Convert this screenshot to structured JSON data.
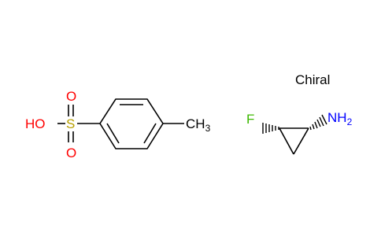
{
  "colors": {
    "bond": "#000000",
    "oxygen": "#ff0000",
    "sulfur": "#b8a000",
    "fluorine": "#3cb800",
    "nitrogen": "#0000ff",
    "carbon": "#000000"
  },
  "molecule_1": {
    "hydroxyl_label": "HO",
    "sulfur_label": "S",
    "oxygen_top_label": "O",
    "oxygen_bottom_label": "O",
    "methyl_label": "CH",
    "methyl_subscript": "3"
  },
  "molecule_2": {
    "chiral_label": "Chiral",
    "fluorine_label": "F",
    "amine_label": "NH",
    "amine_subscript": "2"
  }
}
